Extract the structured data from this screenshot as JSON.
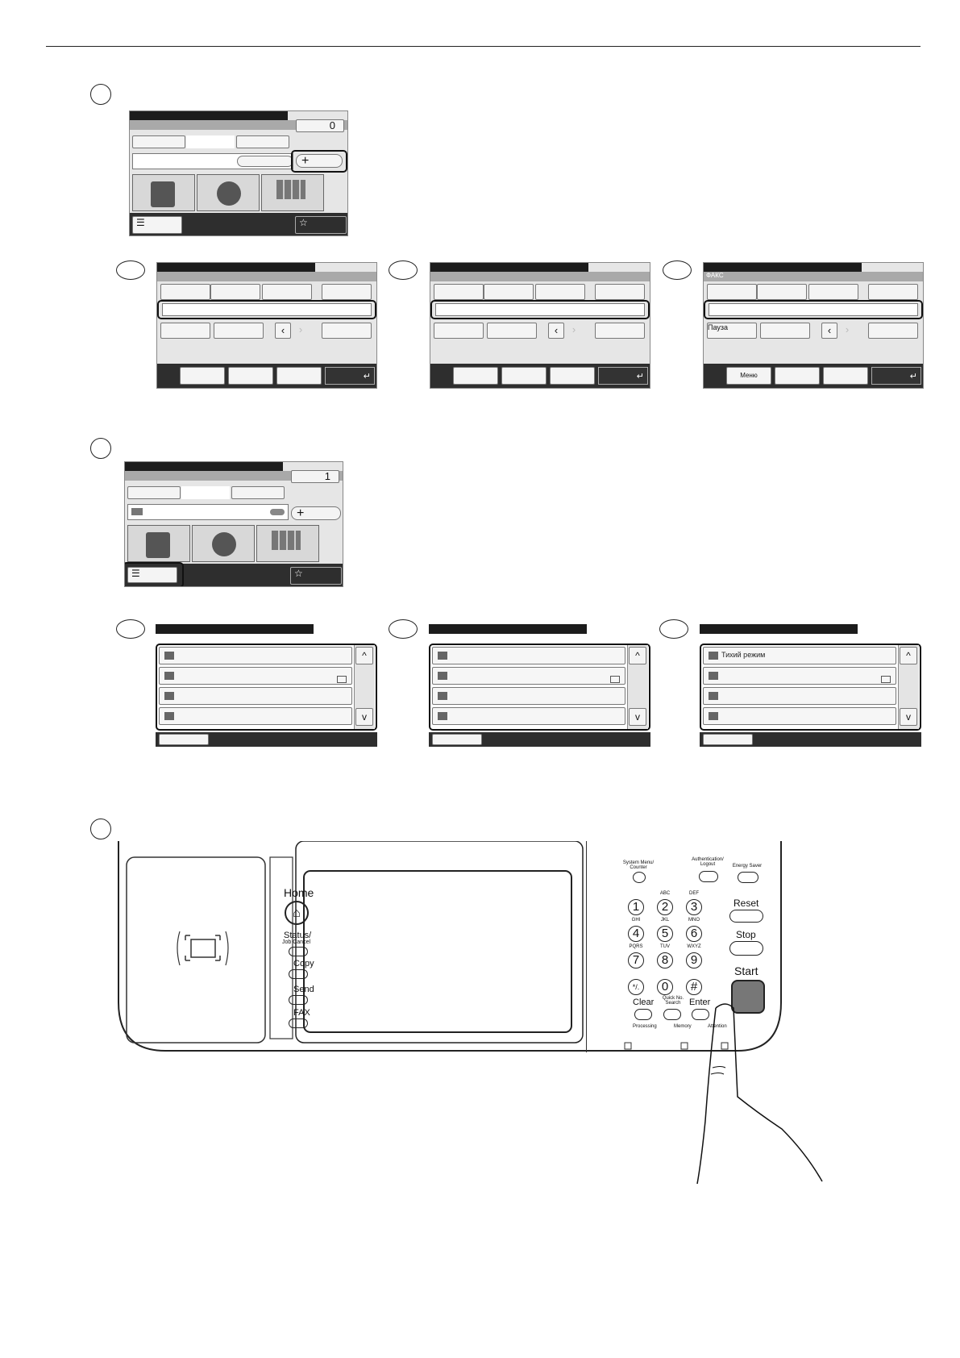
{
  "counters": {
    "top_screen": "0",
    "mid_screen": "1"
  },
  "keyboard_screens": {
    "fax_title": "ФАКС",
    "pause_label": "Пауза",
    "menu_label": "Меню",
    "enter_glyph": "↵"
  },
  "list_screens": {
    "quiet_mode_label": "Тихий режим"
  },
  "panel": {
    "home": "Home",
    "status": "Status/",
    "job_cancel": "Job Cancel",
    "copy": "Copy",
    "send": "Send",
    "fax": "FAX",
    "system_menu": "System Menu/\nCounter",
    "auth": "Authentication/\nLogout",
    "energy_saver": "Energy Saver",
    "reset": "Reset",
    "stop": "Stop",
    "start": "Start",
    "clear": "Clear",
    "quick_no_search": "Quick No.\nSearch",
    "enter": "Enter",
    "processing": "Processing",
    "memory": "Memory",
    "attention": "Attention",
    "keys": [
      {
        "digit": "1",
        "letters": ""
      },
      {
        "digit": "2",
        "letters": "ABC"
      },
      {
        "digit": "3",
        "letters": "DEF"
      },
      {
        "digit": "4",
        "letters": "GHI"
      },
      {
        "digit": "5",
        "letters": "JKL"
      },
      {
        "digit": "6",
        "letters": "MNO"
      },
      {
        "digit": "7",
        "letters": "PQRS"
      },
      {
        "digit": "8",
        "letters": "TUV"
      },
      {
        "digit": "9",
        "letters": "WXYZ"
      },
      {
        "digit": "*/.",
        "letters": ""
      },
      {
        "digit": "0",
        "letters": ""
      },
      {
        "digit": "#",
        "letters": ""
      }
    ]
  }
}
